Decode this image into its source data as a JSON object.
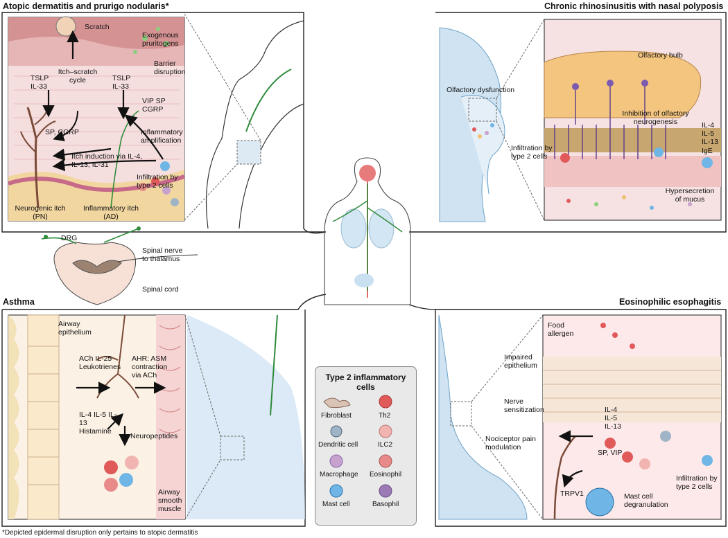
{
  "panels": {
    "ad": {
      "title": "Atopic dermatitis and prurigo nodularis*",
      "labels": {
        "scratch": "Scratch",
        "exogenous": "Exogenous pruritogens",
        "barrier": "Barrier disruption",
        "itch_cycle": "Itch–scratch cycle",
        "tslp_left": "TSLP IL-33",
        "tslp_right": "TSLP IL-33",
        "vip": "VIP SP CGRP",
        "sp_cgrp": "SP, CGRP",
        "inflam_amp": "Inflammatory amplification",
        "itch_induction": "Itch induction via IL-4, IL-13, IL-31",
        "infiltration": "Infiltration by type 2 cells",
        "neurogenic": "Neurogenic itch (PN)",
        "inflammatory_itch": "Inflammatory itch (AD)"
      }
    },
    "crs": {
      "title": "Chronic rhinosinusitis with nasal polyposis",
      "labels": {
        "olfactory_bulb": "Olfactory bulb",
        "olfactory_dysfunction": "Olfactory dysfunction",
        "inhibition": "Inhibition of olfactory neurogenesis",
        "cytokines": "IL-4 IL-5 IL-13",
        "ige": "IgE",
        "infiltration": "Infiltration by type 2 cells",
        "hypersecretion": "Hypersecretion of mucus"
      }
    },
    "asthma": {
      "title": "Asthma",
      "labels": {
        "airway_epithelium": "Airway epithelium",
        "ach": "ACh IL-25 Leukotrienes",
        "ahr": "AHR: ASM contraction via ACh",
        "cytokines": "IL-4 IL-5 IL-13 Histamine",
        "neuropeptides": "Neuropeptides",
        "smooth_muscle": "Airway smooth muscle"
      }
    },
    "eoe": {
      "title": "Eosinophilic esophagitis",
      "labels": {
        "food_allergen": "Food allergen",
        "impaired": "Impaired epithelium",
        "nerve": "Nerve sensitization",
        "cytokines": "IL-4 IL-5 IL-13",
        "nociceptor": "Nociceptor pain modulation",
        "sp_vip": "SP, VIP",
        "trpv1": "TRPV1",
        "mast": "Mast cell degranulation",
        "infiltration": "Infiltration by type 2 cells"
      }
    }
  },
  "center": {
    "drg": "DRG",
    "spinal_nerve": "Spinal nerve to thalamus",
    "spinal_cord": "Spinal cord"
  },
  "legend": {
    "title": "Type 2 inflammatory cells",
    "items": [
      {
        "label": "Fibroblast",
        "color": "#d9c3b5"
      },
      {
        "label": "Th2",
        "color": "#e05a5a"
      },
      {
        "label": "Dendritic cell",
        "color": "#9fb4c7"
      },
      {
        "label": "ILC2",
        "color": "#f2b4b0"
      },
      {
        "label": "Macrophage",
        "color": "#c8a2cf"
      },
      {
        "label": "Eosinophil",
        "color": "#e88a8a"
      },
      {
        "label": "Mast cell",
        "color": "#6fb6e6"
      },
      {
        "label": "Basophil",
        "color": "#9b7ab5"
      }
    ]
  },
  "footnote": "*Depicted epidermal disruption only pertains to atopic dermatitis"
}
